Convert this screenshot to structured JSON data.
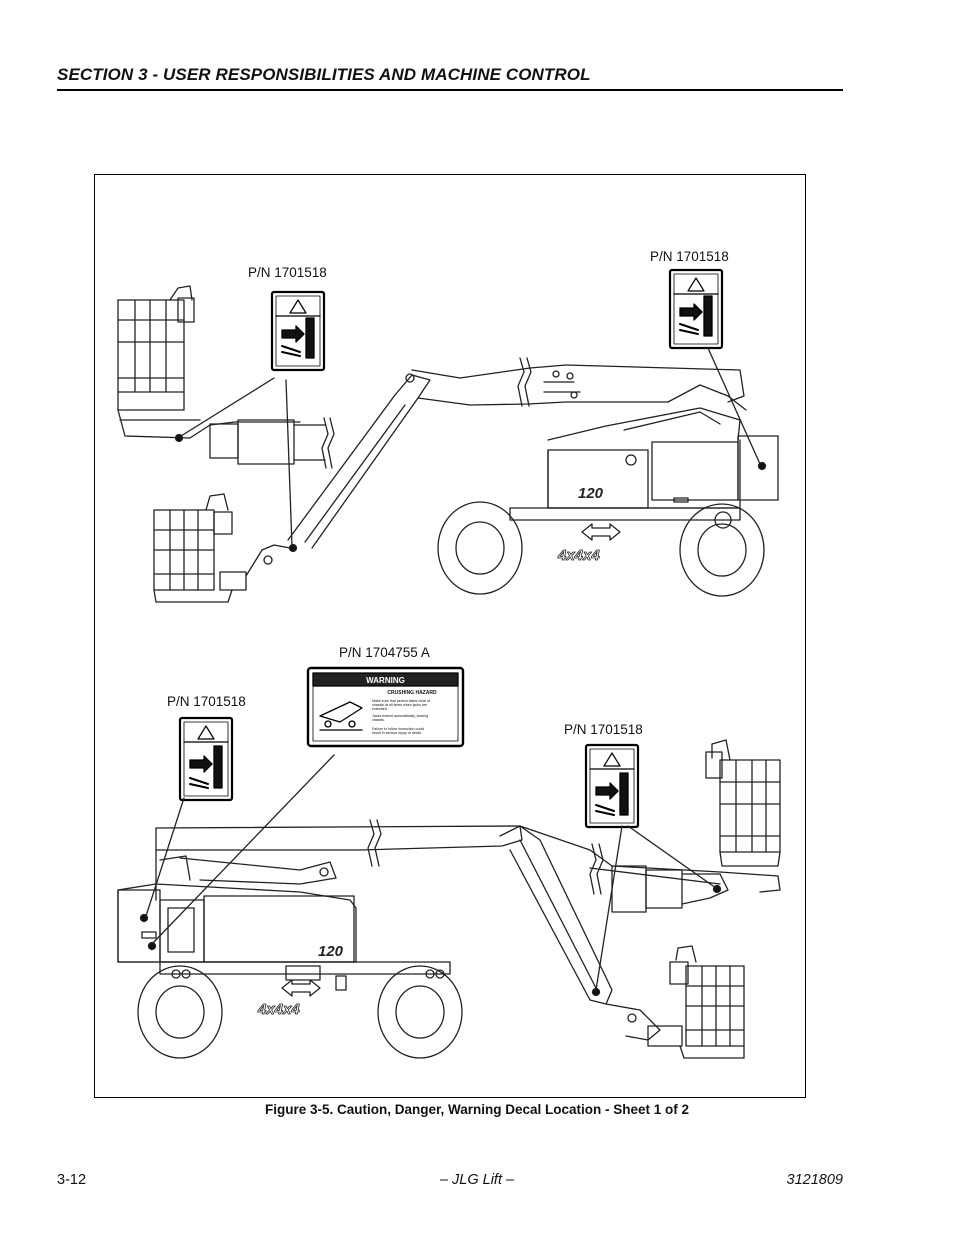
{
  "header": {
    "section_title": "SECTION 3 - USER RESPONSIBILITIES AND MACHINE CONTROL"
  },
  "figure": {
    "part_numbers": {
      "upper_left": "P/N 1701518",
      "upper_right": "P/N 1701518",
      "warning_decal": "P/N 1704755 A",
      "lower_left": "P/N 1701518",
      "lower_right": "P/N 1701518"
    },
    "warning_decal": {
      "heading": "WARNING",
      "subheading": "CRUSHING HAZARD",
      "line1": "Make sure that person takes clear of",
      "line2": "chassis at all times when jacks are",
      "line3": "extended.",
      "line4": "Jacks extend automatically, leaving",
      "line5": "chassis.",
      "line6": "Failure to follow instruction could",
      "line7": "result in serious injury or death."
    },
    "machine_model_badge": "120",
    "drive_badge": "4x4x4",
    "caption": "Figure 3-5.  Caution, Danger, Warning Decal Location - Sheet 1 of 2"
  },
  "footer": {
    "page_number": "3-12",
    "center_text": "– JLG Lift –",
    "doc_number": "3121809"
  }
}
